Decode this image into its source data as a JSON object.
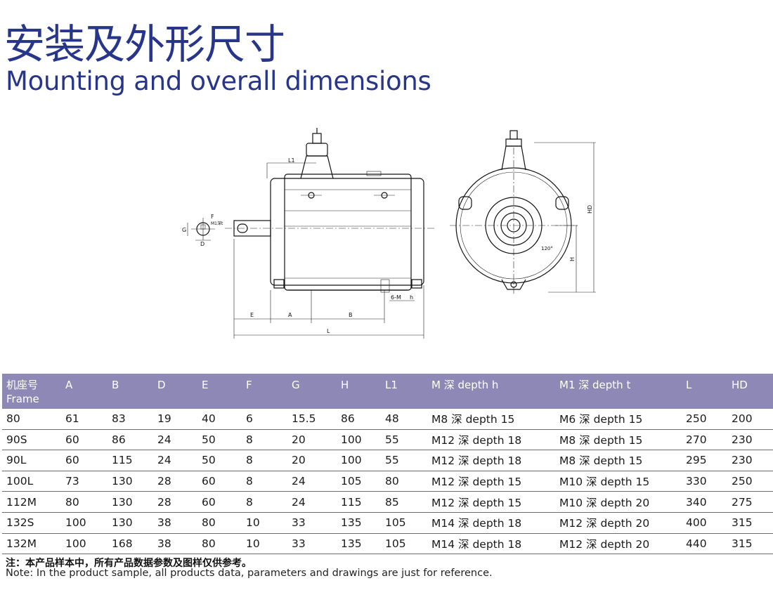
{
  "heading": {
    "cn": "安装及外形尺寸",
    "en": "Mounting and overall dimensions"
  },
  "drawing_labels": {
    "l1": "L1",
    "f": "F",
    "m1t": "M1深t",
    "g": "G",
    "d": "D",
    "e": "E",
    "a": "A",
    "b": "B",
    "l": "L",
    "six_m": "6-M",
    "h_small": "h",
    "hd": "HD",
    "h": "H",
    "angle": "120°"
  },
  "table": {
    "headers": [
      {
        "line1": "机座号",
        "line2": "Frame"
      },
      {
        "line1": "A",
        "line2": ""
      },
      {
        "line1": "B",
        "line2": ""
      },
      {
        "line1": "D",
        "line2": ""
      },
      {
        "line1": "E",
        "line2": ""
      },
      {
        "line1": "F",
        "line2": ""
      },
      {
        "line1": "G",
        "line2": ""
      },
      {
        "line1": "H",
        "line2": ""
      },
      {
        "line1": "L1",
        "line2": ""
      },
      {
        "line1": "M 深 depth h",
        "line2": ""
      },
      {
        "line1": "M1 深 depth t",
        "line2": ""
      },
      {
        "line1": "L",
        "line2": ""
      },
      {
        "line1": "HD",
        "line2": ""
      }
    ],
    "rows": [
      [
        "80",
        "61",
        "83",
        "19",
        "40",
        "6",
        "15.5",
        "86",
        "48",
        "M8 深 depth 15",
        "M6 深 depth 15",
        "250",
        "200"
      ],
      [
        "90S",
        "60",
        "86",
        "24",
        "50",
        "8",
        "20",
        "100",
        "55",
        "M12 深 depth 18",
        "M8 深 depth 15",
        "270",
        "230"
      ],
      [
        "90L",
        "60",
        "115",
        "24",
        "50",
        "8",
        "20",
        "100",
        "55",
        "M12 深 depth 18",
        "M8 深 depth 15",
        "295",
        "230"
      ],
      [
        "100L",
        "73",
        "130",
        "28",
        "60",
        "8",
        "24",
        "105",
        "80",
        "M12 深 depth 15",
        "M10 深 depth 15",
        "330",
        "250"
      ],
      [
        "112M",
        "80",
        "130",
        "28",
        "60",
        "8",
        "24",
        "115",
        "85",
        "M12 深 depth 15",
        "M10 深 depth 20",
        "340",
        "275"
      ],
      [
        "132S",
        "100",
        "130",
        "38",
        "80",
        "10",
        "33",
        "135",
        "105",
        "M14 深 depth 18",
        "M12 深 depth 20",
        "400",
        "315"
      ],
      [
        "132M",
        "100",
        "168",
        "38",
        "80",
        "10",
        "33",
        "135",
        "105",
        "M14 深 depth 18",
        "M12 深 depth 20",
        "440",
        "315"
      ]
    ]
  },
  "notes": {
    "cn": "注：本产品样本中，所有产品数据参数及图样仅供参考。",
    "en": "Note: In the product sample, all products data, parameters and drawings are just for reference."
  },
  "colors": {
    "heading": "#27358a",
    "table_header_bg": "#8e88b6",
    "table_header_text": "#ffffff"
  }
}
